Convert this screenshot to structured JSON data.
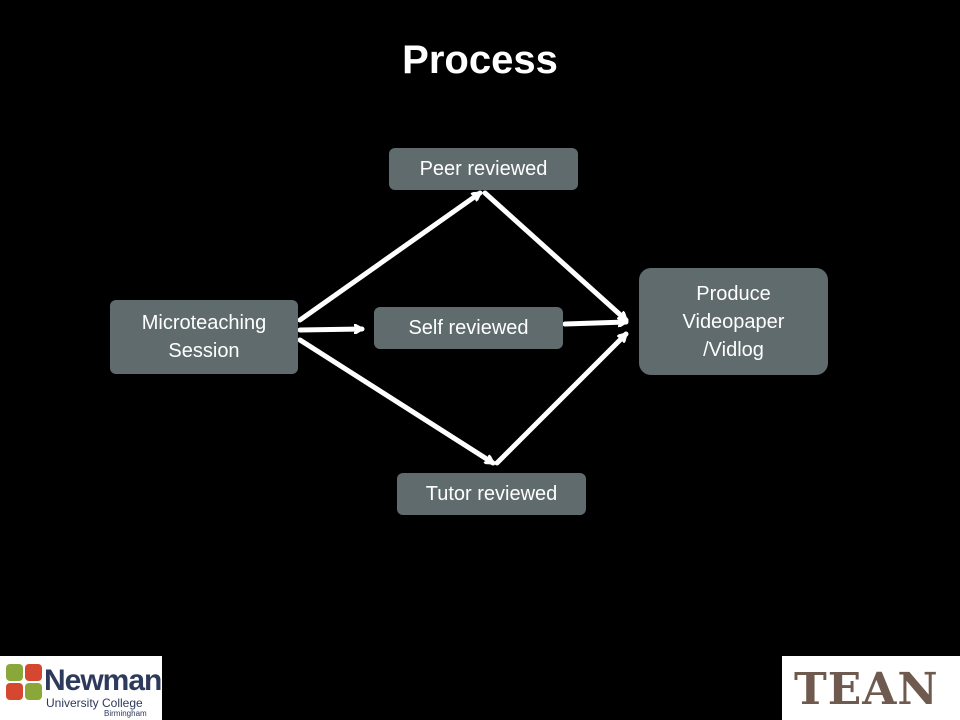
{
  "slide": {
    "title": "Process"
  },
  "nodes": {
    "microteaching": "Microteaching\nSession",
    "peer": "Peer reviewed",
    "self": "Self reviewed",
    "tutor": "Tutor reviewed",
    "produce": "Produce\nVideopaper\n/Vidlog"
  },
  "connections": [
    {
      "from": "Microteaching Session",
      "to": "Peer reviewed"
    },
    {
      "from": "Microteaching Session",
      "to": "Self reviewed"
    },
    {
      "from": "Microteaching Session",
      "to": "Tutor reviewed"
    },
    {
      "from": "Peer reviewed",
      "to": "Produce Videopaper /Vidlog"
    },
    {
      "from": "Self reviewed",
      "to": "Produce Videopaper /Vidlog"
    },
    {
      "from": "Tutor reviewed",
      "to": "Produce Videopaper /Vidlog"
    }
  ],
  "colors": {
    "background": "#000000",
    "node_fill": "#5f6b6d",
    "text": "#ffffff",
    "arrow": "#ffffff"
  },
  "logos": {
    "newman": {
      "name": "Newman",
      "line1": "University College",
      "line2": "Birmingham"
    },
    "tean": "TEAN"
  }
}
